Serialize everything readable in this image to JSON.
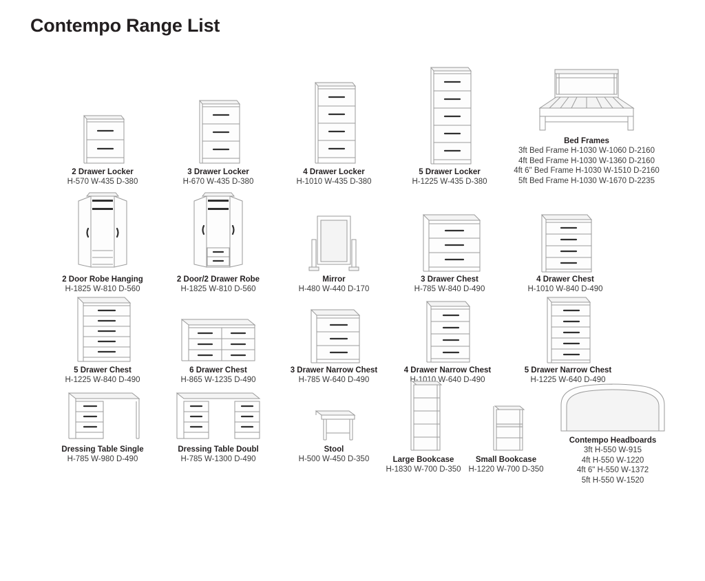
{
  "document": {
    "title": "Contempo Range List"
  },
  "rows": [
    {
      "items": [
        {
          "name": "2 Drawer Locker",
          "dims": [
            "H-570 W-435 D-380"
          ],
          "icon": "drawer-locker-2-icon"
        },
        {
          "name": "3 Drawer Locker",
          "dims": [
            "H-670 W-435 D-380"
          ],
          "icon": "drawer-locker-3-icon"
        },
        {
          "name": "4 Drawer Locker",
          "dims": [
            "H-1010 W-435 D-380"
          ],
          "icon": "drawer-locker-4-icon"
        },
        {
          "name": "5 Drawer Locker",
          "dims": [
            "H-1225 W-435 D-380"
          ],
          "icon": "drawer-locker-5-icon"
        },
        {
          "name": "Bed Frames",
          "dims": [
            "3ft Bed Frame H-1030 W-1060 D-2160",
            "4ft Bed Frame H-1030 W-1360 D-2160",
            "4ft 6\" Bed Frame H-1030 W-1510 D-2160",
            "5ft Bed Frame H-1030 W-1670 D-2235"
          ],
          "icon": "bed-frame-icon"
        }
      ]
    },
    {
      "items": [
        {
          "name": "2 Door Robe Hanging",
          "dims": [
            "H-1825 W-810 D-560"
          ],
          "icon": "robe-2-door-icon"
        },
        {
          "name": "2 Door/2 Drawer Robe",
          "dims": [
            "H-1825 W-810 D-560"
          ],
          "icon": "robe-2-door-2-drawer-icon"
        },
        {
          "name": "Mirror",
          "dims": [
            "H-480 W-440 D-170"
          ],
          "icon": "mirror-icon"
        },
        {
          "name": "3 Drawer Chest",
          "dims": [
            "H-785 W-840 D-490"
          ],
          "icon": "chest-3-drawer-icon"
        },
        {
          "name": "4 Drawer Chest",
          "dims": [
            "H-1010 W-840 D-490"
          ],
          "icon": "chest-4-drawer-icon"
        }
      ]
    },
    {
      "items": [
        {
          "name": "5 Drawer Chest",
          "dims": [
            "H-1225 W-840 D-490"
          ],
          "icon": "chest-5-drawer-icon"
        },
        {
          "name": "6 Drawer Chest",
          "dims": [
            "H-865 W-1235 D-490"
          ],
          "icon": "chest-6-drawer-icon"
        },
        {
          "name": "3 Drawer Narrow Chest",
          "dims": [
            "H-785 W-640 D-490"
          ],
          "icon": "narrow-chest-3-icon"
        },
        {
          "name": "4 Drawer Narrow Chest",
          "dims": [
            "H-1010 W-640 D-490"
          ],
          "icon": "narrow-chest-4-icon"
        },
        {
          "name": "5 Drawer Narrow Chest",
          "dims": [
            "H-1225 W-640 D-490"
          ],
          "icon": "narrow-chest-5-icon"
        }
      ]
    },
    {
      "items": [
        {
          "name": "Dressing Table Single",
          "dims": [
            "H-785 W-980 D-490"
          ],
          "icon": "dressing-table-single-icon"
        },
        {
          "name": "Dressing Table Doubl",
          "dims": [
            "H-785 W-1300 D-490"
          ],
          "icon": "dressing-table-double-icon"
        },
        {
          "name": "Stool",
          "dims": [
            "H-500 W-450 D-350"
          ],
          "icon": "stool-icon"
        },
        {
          "name": "Large Bookcase",
          "dims": [
            "H-1830 W-700 D-350"
          ],
          "icon": "large-bookcase-icon"
        },
        {
          "name": "Small Bookcase",
          "dims": [
            "H-1220 W-700 D-350"
          ],
          "icon": "small-bookcase-icon"
        },
        {
          "name": "Contempo Headboards",
          "dims": [
            "3ft H-550 W-915",
            "4ft H-550 W-1220",
            "4ft 6\" H-550 W-1372",
            "5ft H-550 W-1520"
          ],
          "icon": "headboard-icon"
        }
      ]
    }
  ],
  "colors": {
    "text": "#231f20",
    "dims_text": "#3a3a3a",
    "line": "#9a9a9a",
    "handle": "#2f2f2f",
    "background": "#ffffff"
  }
}
